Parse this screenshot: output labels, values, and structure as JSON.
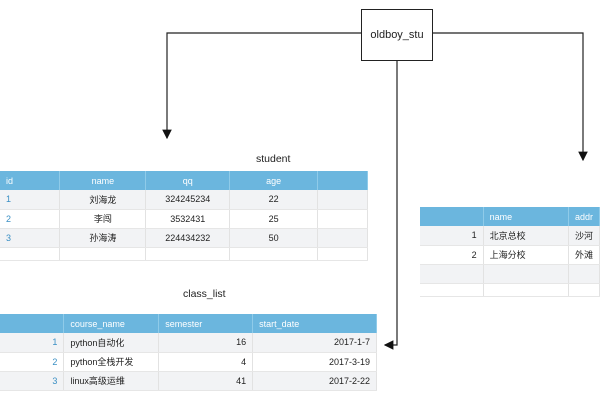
{
  "db_label": "oldboy_stu",
  "student": {
    "title": "student",
    "headers": [
      "id",
      "name",
      "qq",
      "age"
    ],
    "rows": [
      [
        "1",
        "刘海龙",
        "324245234",
        "22"
      ],
      [
        "2",
        "李闯",
        "3532431",
        "25"
      ],
      [
        "3",
        "孙海涛",
        "224434232",
        "50"
      ]
    ]
  },
  "school": {
    "headers": [
      "name",
      "addr"
    ],
    "rows": [
      [
        "1",
        "北京总校",
        "沙河"
      ],
      [
        "2",
        "上海分校",
        "外滩"
      ]
    ]
  },
  "class_list": {
    "title": "class_list",
    "headers": [
      "course_name",
      "semester",
      "start_date"
    ],
    "rows": [
      [
        "1",
        "python自动化",
        "16",
        "2017-1-7"
      ],
      [
        "2",
        "python全栈开发",
        "4",
        "2017-3-19"
      ],
      [
        "3",
        "linux高级运维",
        "41",
        "2017-2-22"
      ]
    ]
  }
}
